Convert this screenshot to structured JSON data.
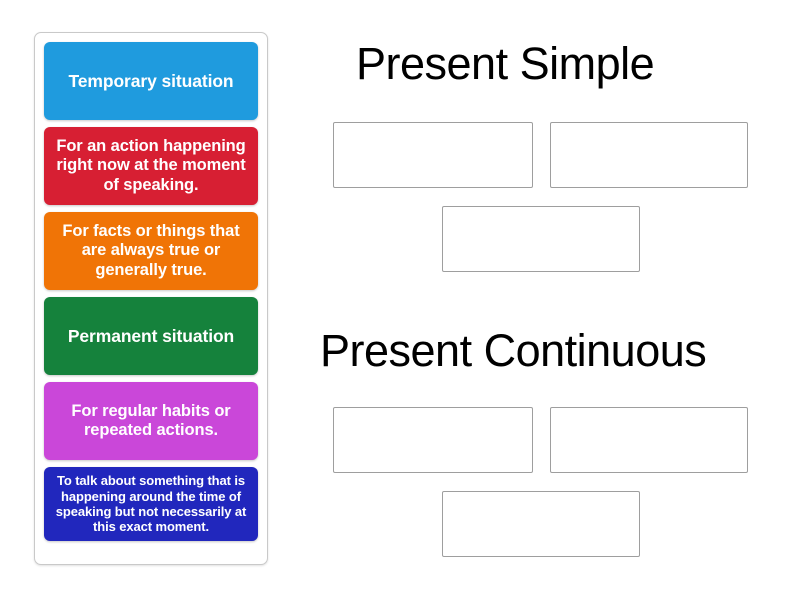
{
  "colors": {
    "card_blue": "#1F9BDE",
    "card_red": "#D71F33",
    "card_orange": "#F07406",
    "card_green": "#15823C",
    "card_magenta": "#CA47D9",
    "card_navy": "#2127BD",
    "panel_border": "#c9c9c9",
    "dropzone_border": "#9e9e9e",
    "background": "#ffffff",
    "title_text": "#000000",
    "card_text": "#ffffff"
  },
  "cards_panel": {
    "name": "draggable-cards-list",
    "cards": [
      {
        "id": "card-temporary-situation",
        "text": "Temporary situation",
        "color": "#1F9BDE",
        "size": "h-lg"
      },
      {
        "id": "card-action-happening-now",
        "text": "For an action happening right now at the moment of speaking.",
        "color": "#D71F33",
        "size": "h-md"
      },
      {
        "id": "card-facts-always-true",
        "text": "For facts or things that are always true or generally true.",
        "color": "#F07406",
        "size": "h-md"
      },
      {
        "id": "card-permanent-situation",
        "text": "Permanent situation",
        "color": "#15823C",
        "size": "h-lg"
      },
      {
        "id": "card-regular-habits",
        "text": "For regular habits or repeated actions.",
        "color": "#CA47D9",
        "size": "h-md"
      },
      {
        "id": "card-around-time-of-speaking",
        "text": "To talk about something that is happening around the time of speaking but not necessarily at this exact moment.",
        "color": "#2127BD",
        "size": "h-sm"
      }
    ]
  },
  "groups": [
    {
      "id": "group-present-simple",
      "title": "Present Simple",
      "dropzones": [
        {
          "id": "zone-ps-1",
          "value": ""
        },
        {
          "id": "zone-ps-2",
          "value": ""
        },
        {
          "id": "zone-ps-3",
          "value": ""
        }
      ]
    },
    {
      "id": "group-present-continuous",
      "title": "Present Continuous",
      "dropzones": [
        {
          "id": "zone-pc-1",
          "value": ""
        },
        {
          "id": "zone-pc-2",
          "value": ""
        },
        {
          "id": "zone-pc-3",
          "value": ""
        }
      ]
    }
  ]
}
